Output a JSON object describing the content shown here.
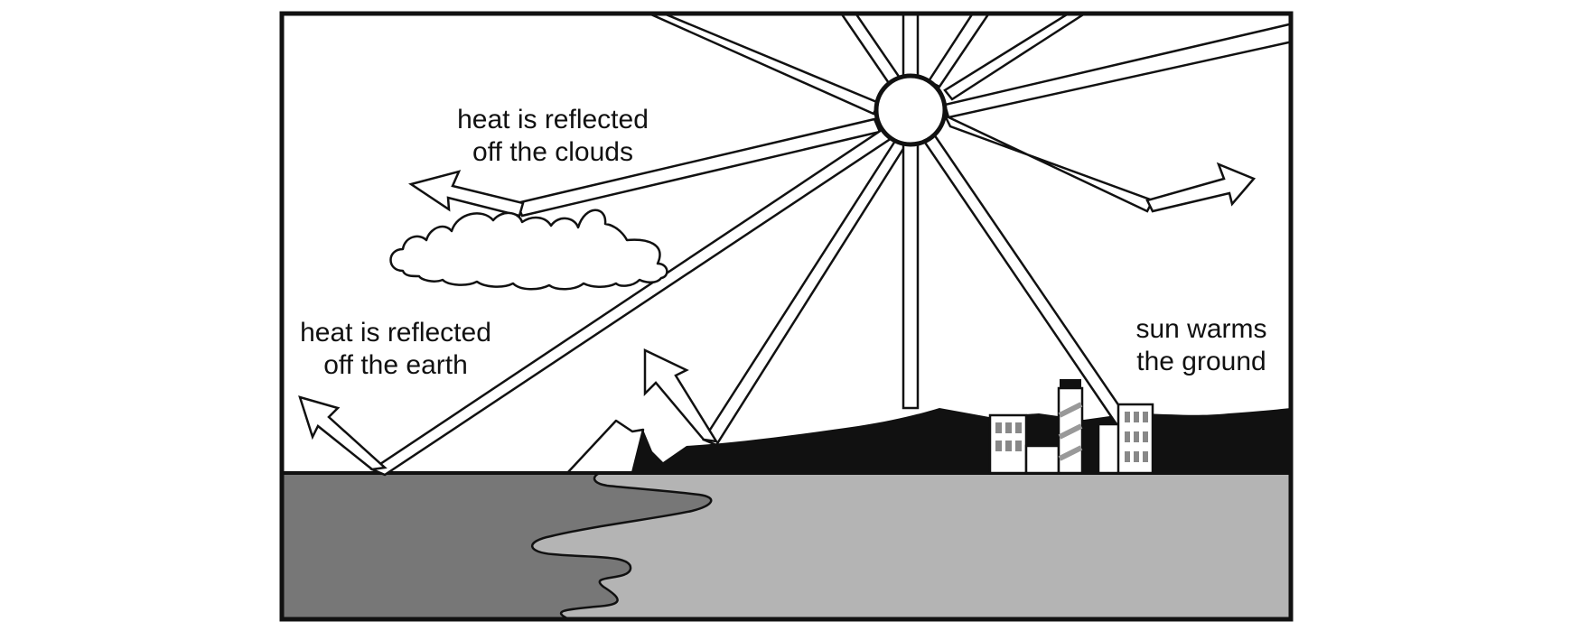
{
  "labels": {
    "clouds": [
      "heat is reflected",
      "off the clouds"
    ],
    "earth": [
      "heat is reflected",
      "off the earth"
    ],
    "ground": [
      "sun warms",
      "the ground"
    ]
  },
  "colors": {
    "frame": "#111111",
    "land": "#111111",
    "ocean_dark": "#777777",
    "ocean_light": "#b4b4b4",
    "sky": "#ffffff",
    "ray_fill": "#ffffff",
    "stripe": "#999999"
  },
  "icons": {
    "sun": "sun-icon",
    "cloud": "cloud-icon",
    "factory": "factory-icon"
  }
}
